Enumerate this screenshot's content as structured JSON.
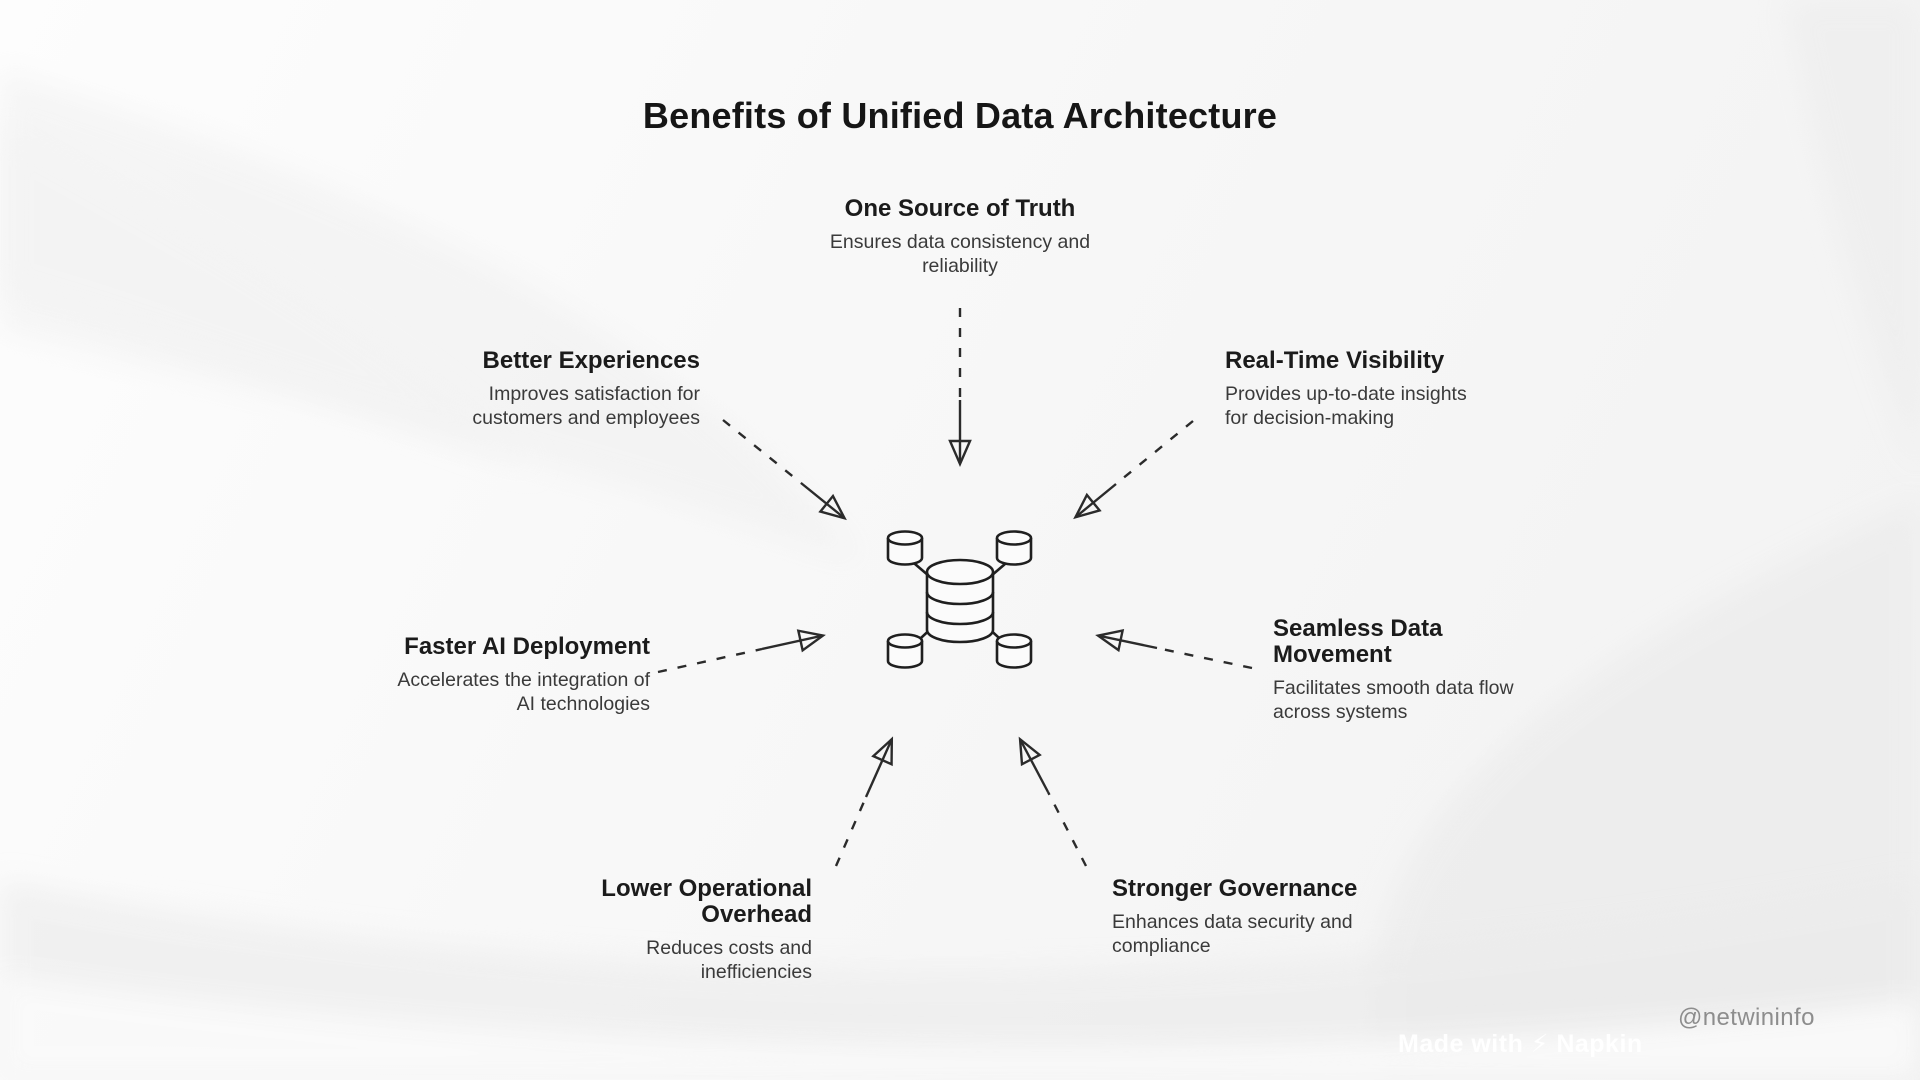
{
  "title": "Benefits of Unified Data Architecture",
  "center": {
    "icon": "database-cluster-icon"
  },
  "nodes": {
    "top": {
      "title": "One Source of Truth",
      "desc": "Ensures data consistency and\nreliability"
    },
    "upper_left": {
      "title": "Better Experiences",
      "desc": "Improves satisfaction for\ncustomers and employees"
    },
    "upper_right": {
      "title": "Real-Time Visibility",
      "desc": "Provides up-to-date insights\nfor decision-making"
    },
    "mid_left": {
      "title": "Faster AI Deployment",
      "desc": "Accelerates the integration of\nAI technologies"
    },
    "mid_right": {
      "title": "Seamless Data\nMovement",
      "desc": "Facilitates smooth data flow\nacross systems"
    },
    "bottom_left": {
      "title": "Lower Operational\nOverhead",
      "desc": "Reduces costs and\ninefficiencies"
    },
    "bottom_right": {
      "title": "Stronger Governance",
      "desc": "Enhances data security and\ncompliance"
    }
  },
  "footer": {
    "handle": "@netwininfo",
    "watermark_prefix": "Made with",
    "watermark_brand": "Napkin"
  },
  "colors": {
    "page_title": "#161616",
    "node_title": "#1b1b1b",
    "node_desc": "#3a3a3a",
    "line": "#2b2b2b",
    "handle": "#8d8d8d",
    "background": "#f7f7f7"
  }
}
